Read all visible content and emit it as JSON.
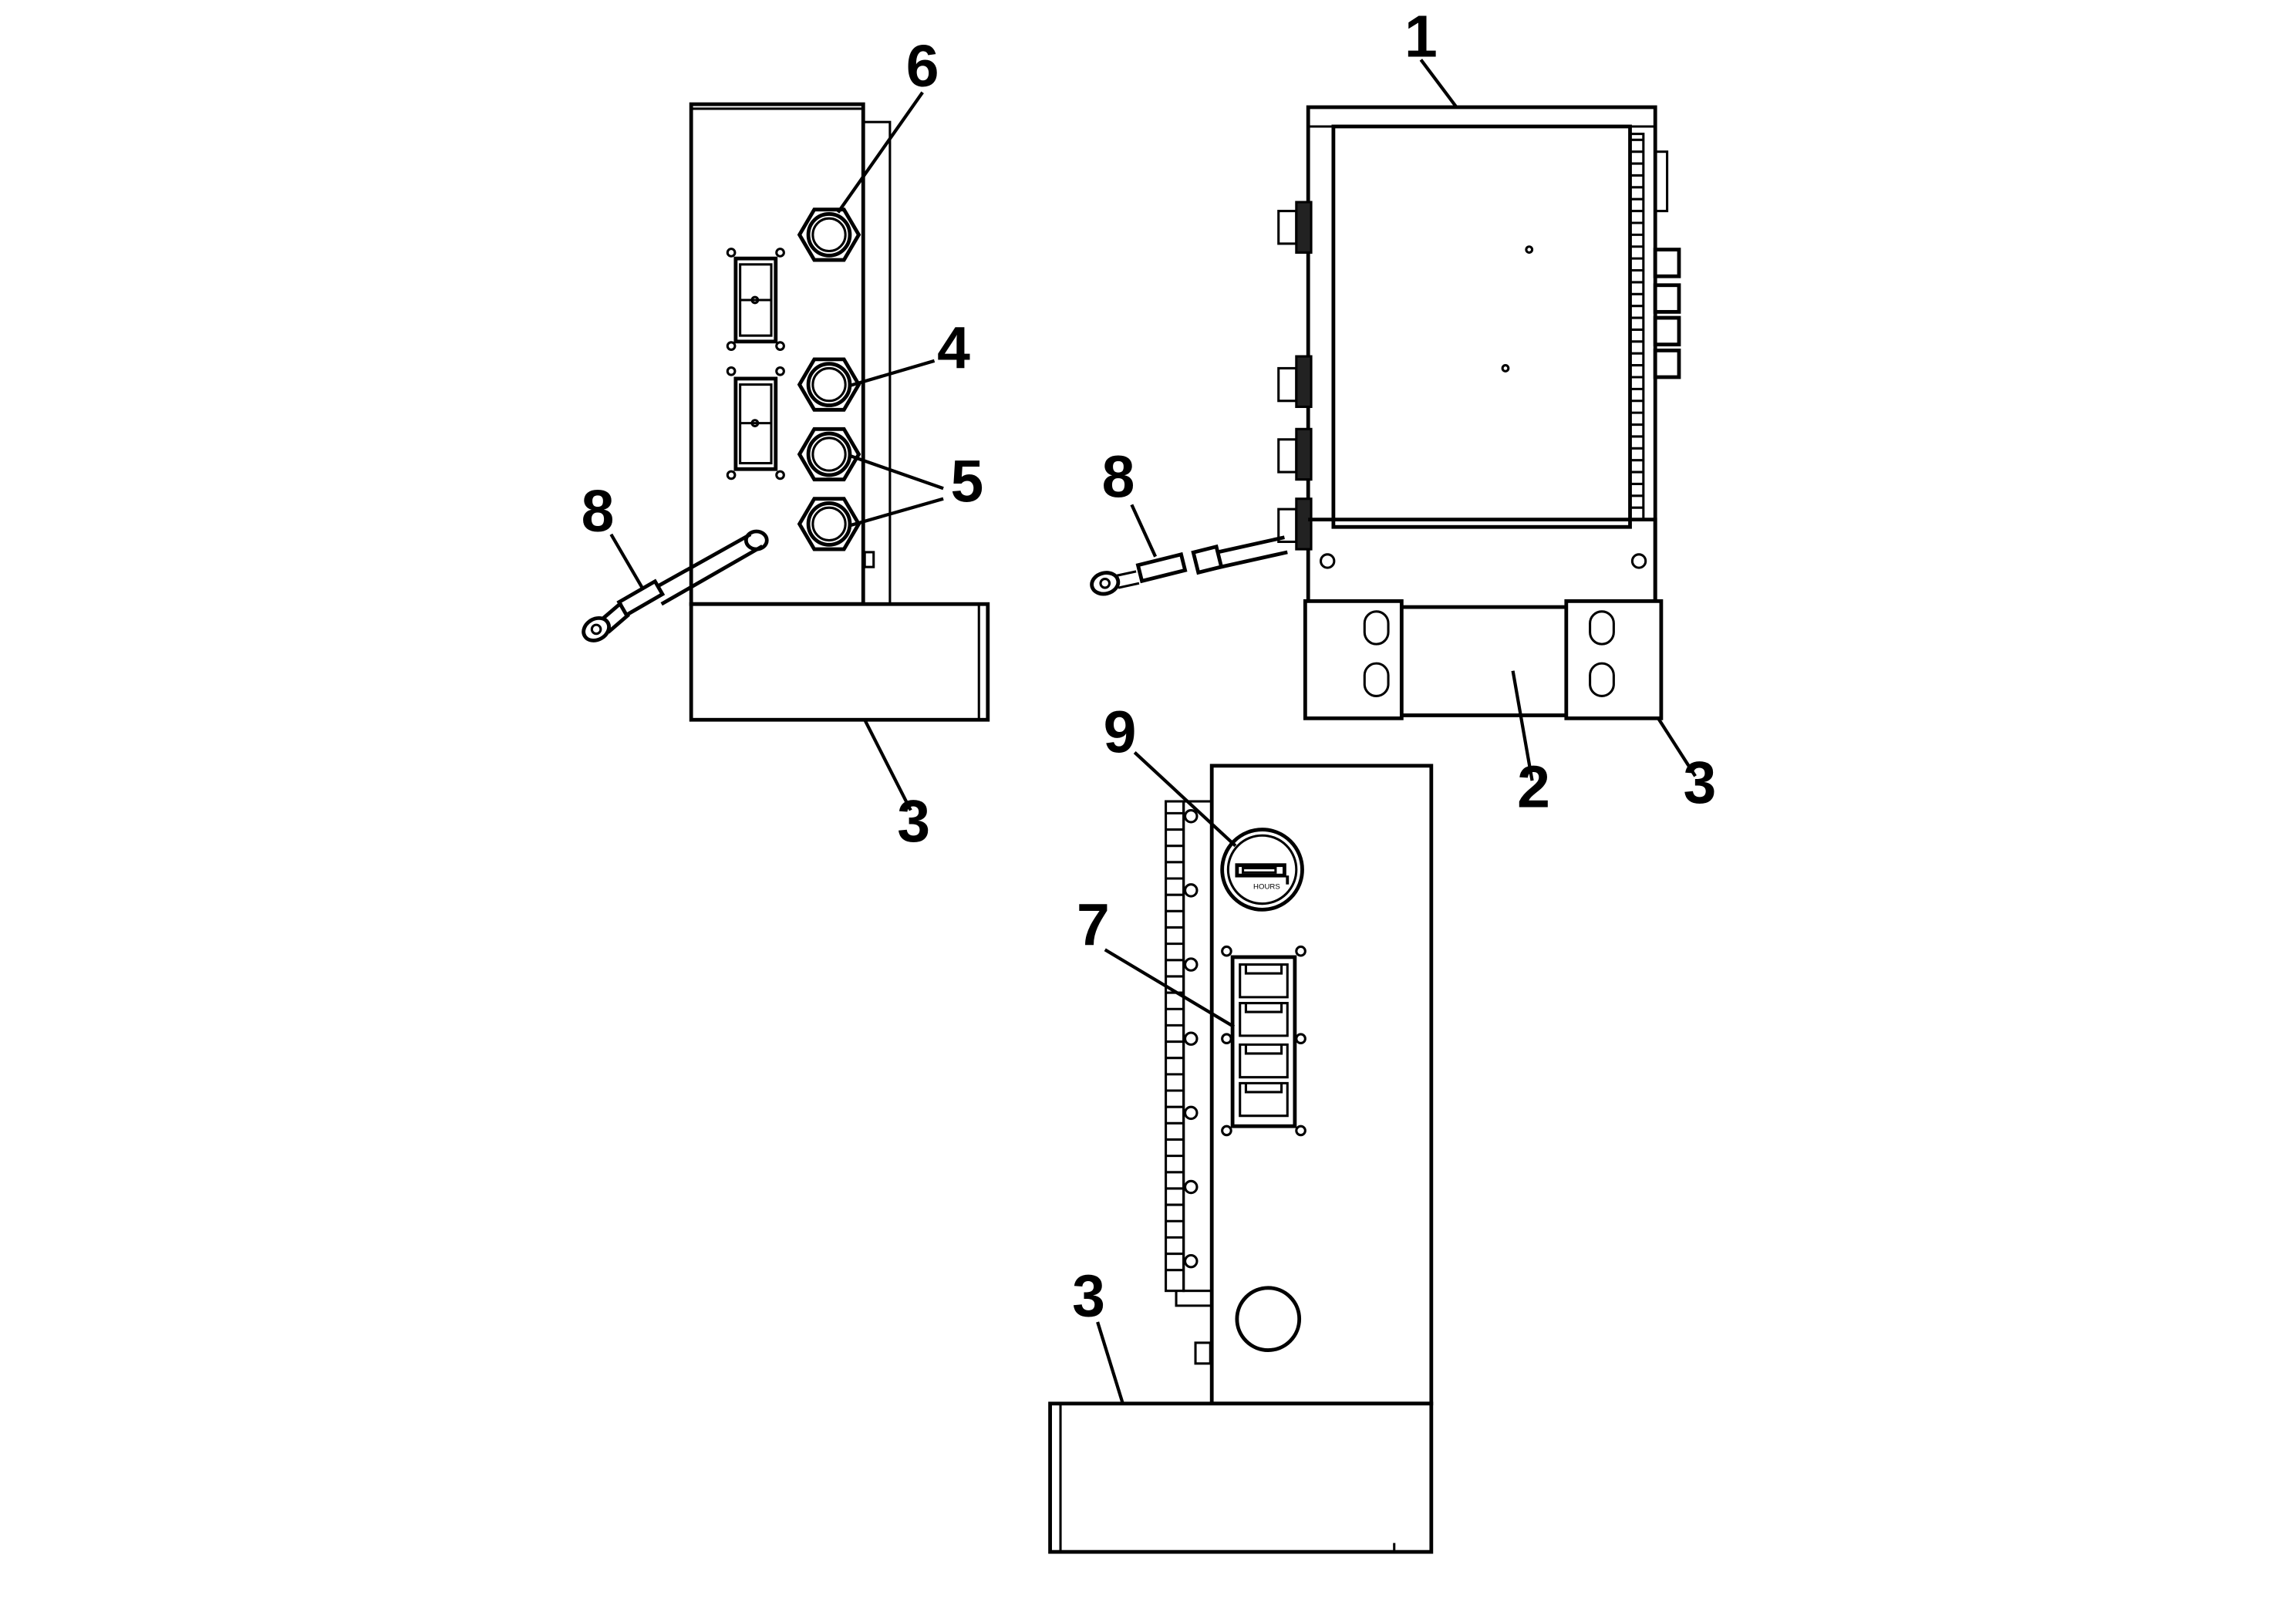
{
  "callouts": [
    {
      "id": "c1",
      "label": "1"
    },
    {
      "id": "c2",
      "label": "2"
    },
    {
      "id": "c3a",
      "label": "3"
    },
    {
      "id": "c3b",
      "label": "3"
    },
    {
      "id": "c3c",
      "label": "3"
    },
    {
      "id": "c4",
      "label": "4"
    },
    {
      "id": "c5",
      "label": "5"
    },
    {
      "id": "c6",
      "label": "6"
    },
    {
      "id": "c7",
      "label": "7"
    },
    {
      "id": "c8a",
      "label": "8"
    },
    {
      "id": "c8b",
      "label": "8"
    },
    {
      "id": "c9",
      "label": "9"
    }
  ],
  "meter_label": "HOURS"
}
